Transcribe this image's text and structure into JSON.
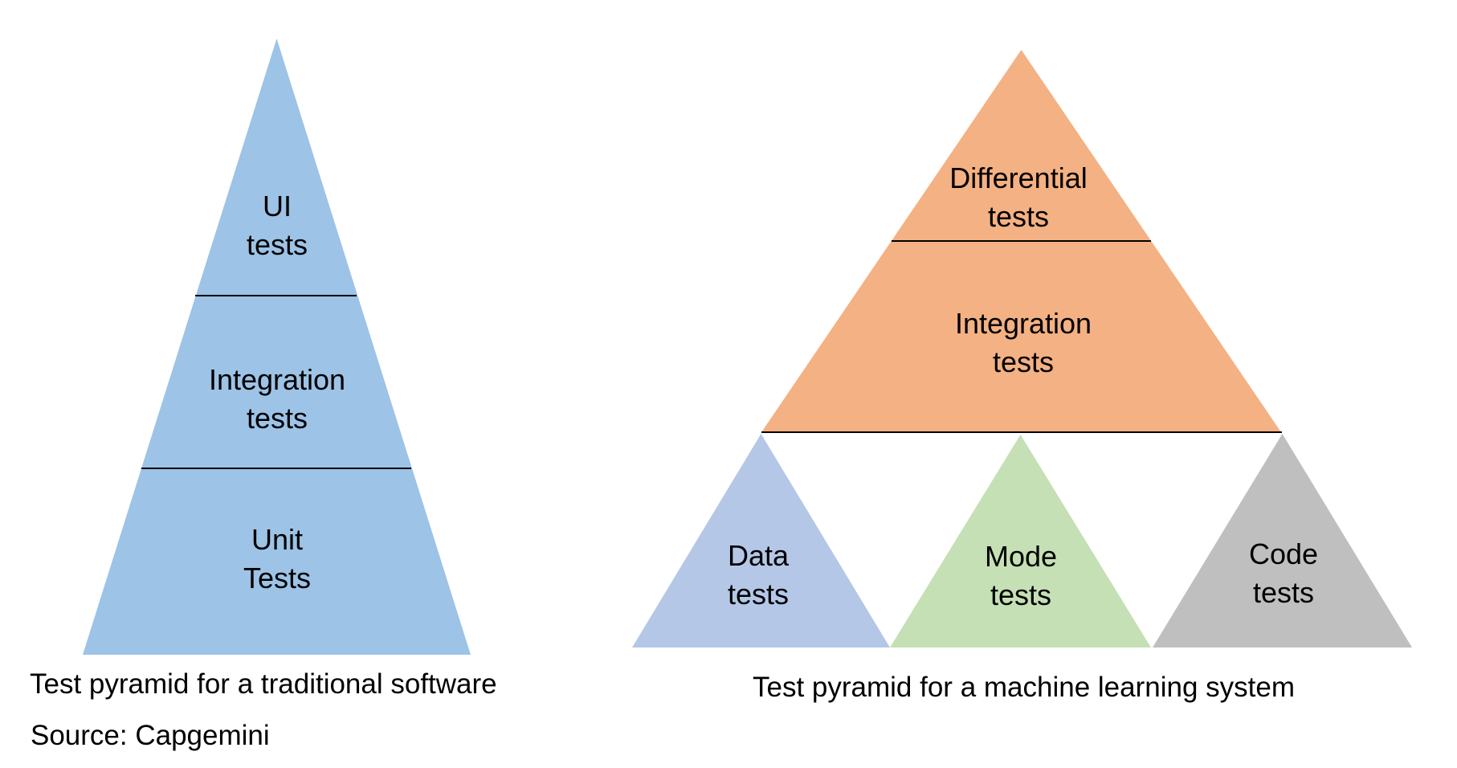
{
  "colors": {
    "left_pyramid_fill": "#9DC3E6",
    "differential_pyramid_fill": "#F4B183",
    "data_triangle_fill": "#B4C7E7",
    "model_triangle_fill": "#C5E0B4",
    "code_triangle_fill": "#BFBFBF",
    "divider_line": "#000000",
    "text": "#000000"
  },
  "left_pyramid": {
    "caption": "Test pyramid for a traditional software",
    "levels": [
      {
        "line1": "UI",
        "line2": "tests"
      },
      {
        "line1": "Integration",
        "line2": "tests"
      },
      {
        "line1": "Unit",
        "line2": "Tests"
      }
    ]
  },
  "right_pyramid": {
    "caption": "Test pyramid for a machine learning system",
    "top_levels": [
      {
        "line1": "Differential",
        "line2": "tests"
      },
      {
        "line1": "Integration",
        "line2": "tests"
      }
    ],
    "base_triangles": [
      {
        "line1": "Data",
        "line2": "tests"
      },
      {
        "line1": "Mode",
        "line2": "tests"
      },
      {
        "line1": "Code",
        "line2": "tests"
      }
    ]
  },
  "source": {
    "label": "Source: Capgemini"
  }
}
